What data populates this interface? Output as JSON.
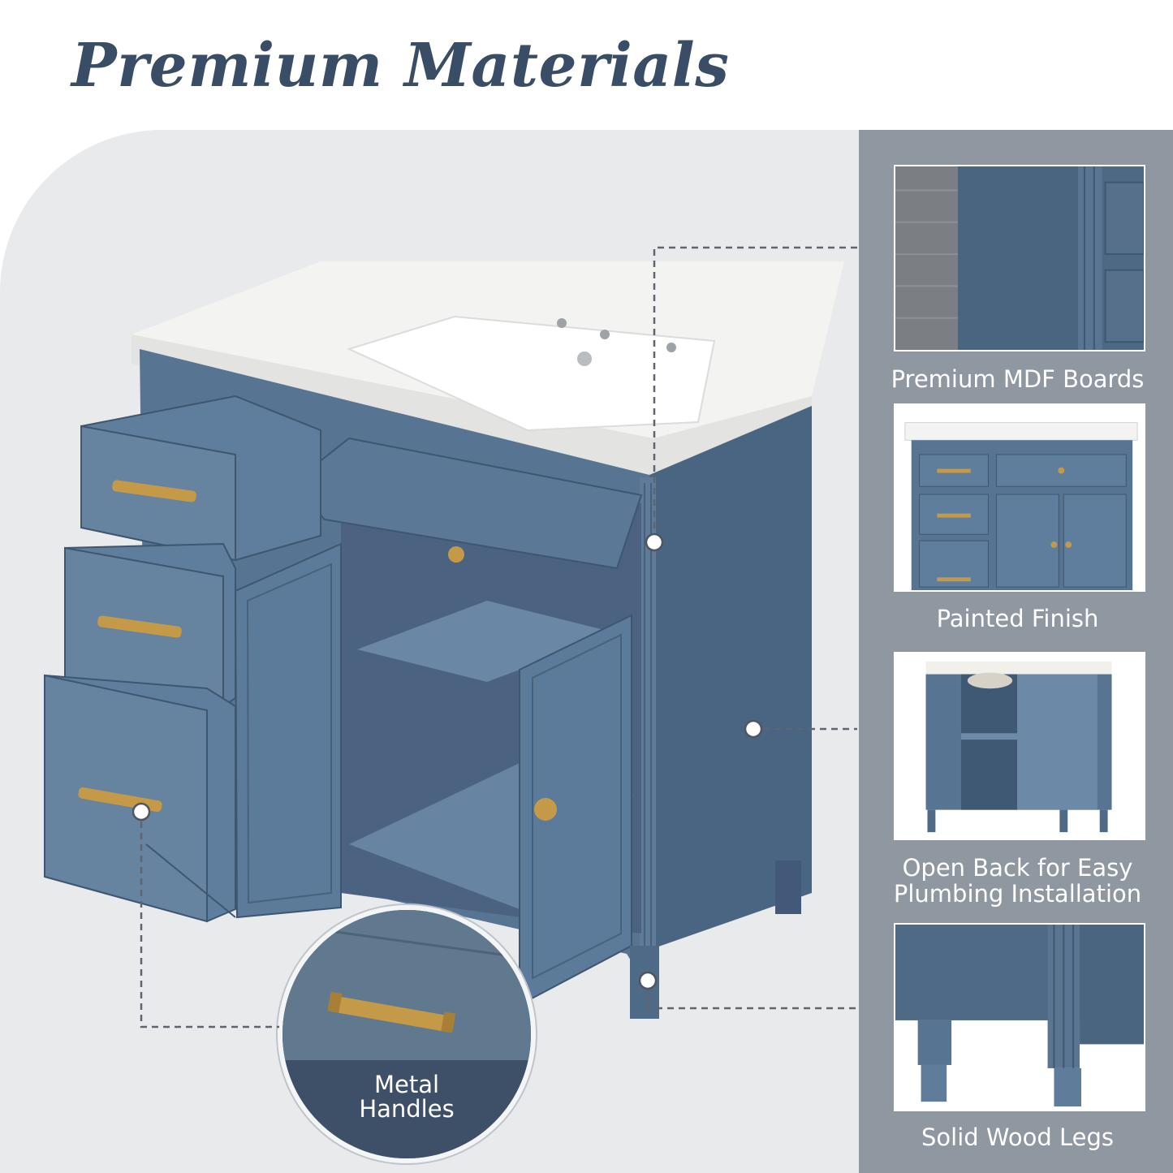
{
  "page": {
    "title": "Premium Materials"
  },
  "colors": {
    "title": "#3a4d66",
    "background_stage": "#e9eaec",
    "side_panel": "#8f97a0",
    "cabinet_blue": "#587493",
    "cabinet_dark": "#4a6582",
    "sink_white": "#f3f3f1",
    "hardware_gold": "#c49a48",
    "caption_text": "#ffffff"
  },
  "features": [
    {
      "id": "mdf",
      "label": "Premium MDF Boards",
      "icon": "mdf-board-closeup"
    },
    {
      "id": "paint",
      "label": "Painted Finish",
      "icon": "vanity-front-view"
    },
    {
      "id": "openback",
      "label": "Open Back for Easy Plumbing Installation",
      "line1": "Open Back for Easy",
      "line2": "Plumbing Installation",
      "icon": "vanity-back-view"
    },
    {
      "id": "legs",
      "label": "Solid Wood Legs",
      "icon": "wood-leg-closeup"
    }
  ],
  "callout": {
    "label": "Metal Handles",
    "line1": "Metal",
    "line2": "Handles",
    "icon": "metal-handle-closeup"
  }
}
